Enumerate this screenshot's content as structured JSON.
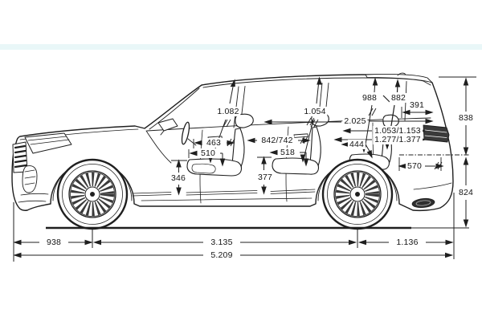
{
  "meta": {
    "description": "Technical side-view dimension drawing of a luxury SUV, all values in millimetres as printed"
  },
  "decor": {
    "band_color": "#e9f7f8",
    "line_color": "#1f1f1f",
    "background": "#ffffff"
  },
  "dimensions": {
    "interior_heights": {
      "row1_headroom": "1.082",
      "row2_headroom": "1.054",
      "row3_headroom": "988",
      "cargo_headroom": "882"
    },
    "seats": {
      "row1_dim": "463",
      "row1_cushion": "510",
      "row1_height": "346",
      "row2_dim": "842/742",
      "row2_cushion": "518",
      "row2_height": "377"
    },
    "cargo": {
      "spoiler_depth": "391",
      "length_row2": "2.025",
      "length_a": "1.053/1.153",
      "length_b": "1.277/1.377",
      "detail_444": "444",
      "sill_570": "570",
      "opening_height": "838",
      "loading_height": "824"
    },
    "exterior": {
      "front_overhang": "938",
      "wheelbase": "3.135",
      "rear_overhang": "1.136",
      "overall_length": "5.209"
    }
  }
}
